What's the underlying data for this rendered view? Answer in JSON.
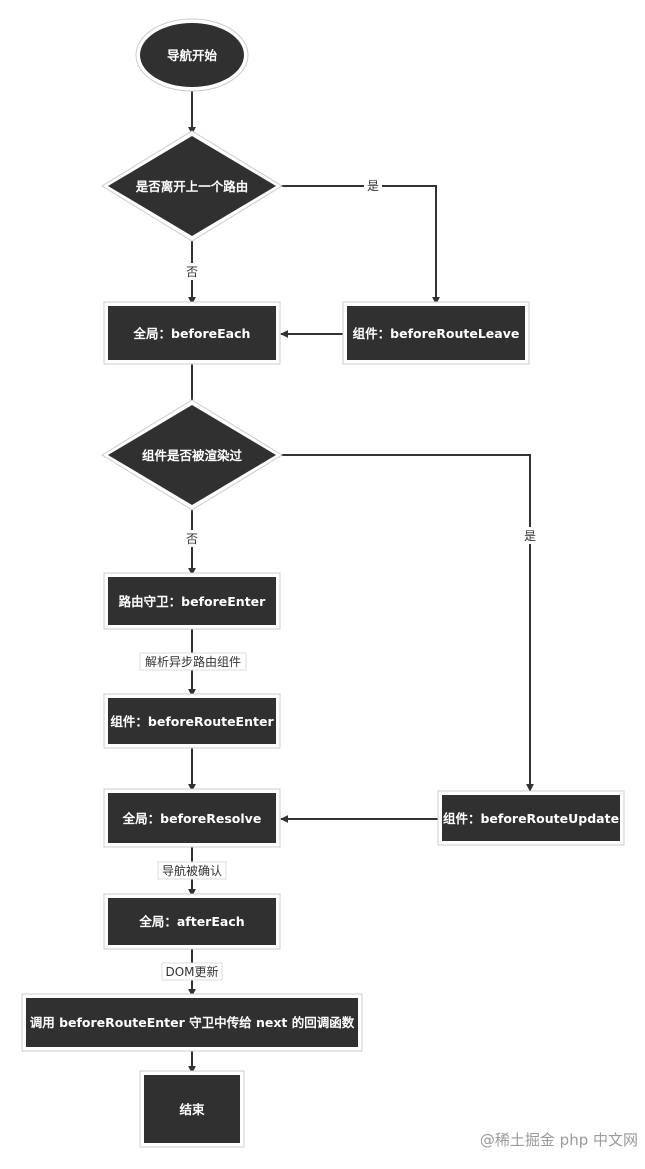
{
  "colors": {
    "node_fill": "#303030",
    "line": "#333333",
    "text": "#ffffff",
    "label_text": "#333333"
  },
  "nodes": {
    "start": "导航开始",
    "leave_route_q": "是否离开上一个路由",
    "global_before_each": "全局：beforeEach",
    "component_before_route_leave": "组件：beforeRouteLeave",
    "component_rendered_q": "组件是否被渲染过",
    "route_before_enter": "路由守卫：beforeEnter",
    "component_before_route_enter": "组件：beforeRouteEnter",
    "global_before_resolve": "全局：beforeResolve",
    "component_before_route_update": "组件：beforeRouteUpdate",
    "global_after_each": "全局：afterEach",
    "call_next_callback": "调用 beforeRouteEnter 守卫中传给 next 的回调函数",
    "end": "结束"
  },
  "edge_labels": {
    "leave_yes": "是",
    "leave_no": "否",
    "rendered_no": "否",
    "rendered_yes": "是",
    "resolve_async": "解析异步路由组件",
    "nav_confirmed": "导航被确认",
    "dom_update": "DOM更新"
  },
  "watermark": "@稀土掘金 php 中文网"
}
